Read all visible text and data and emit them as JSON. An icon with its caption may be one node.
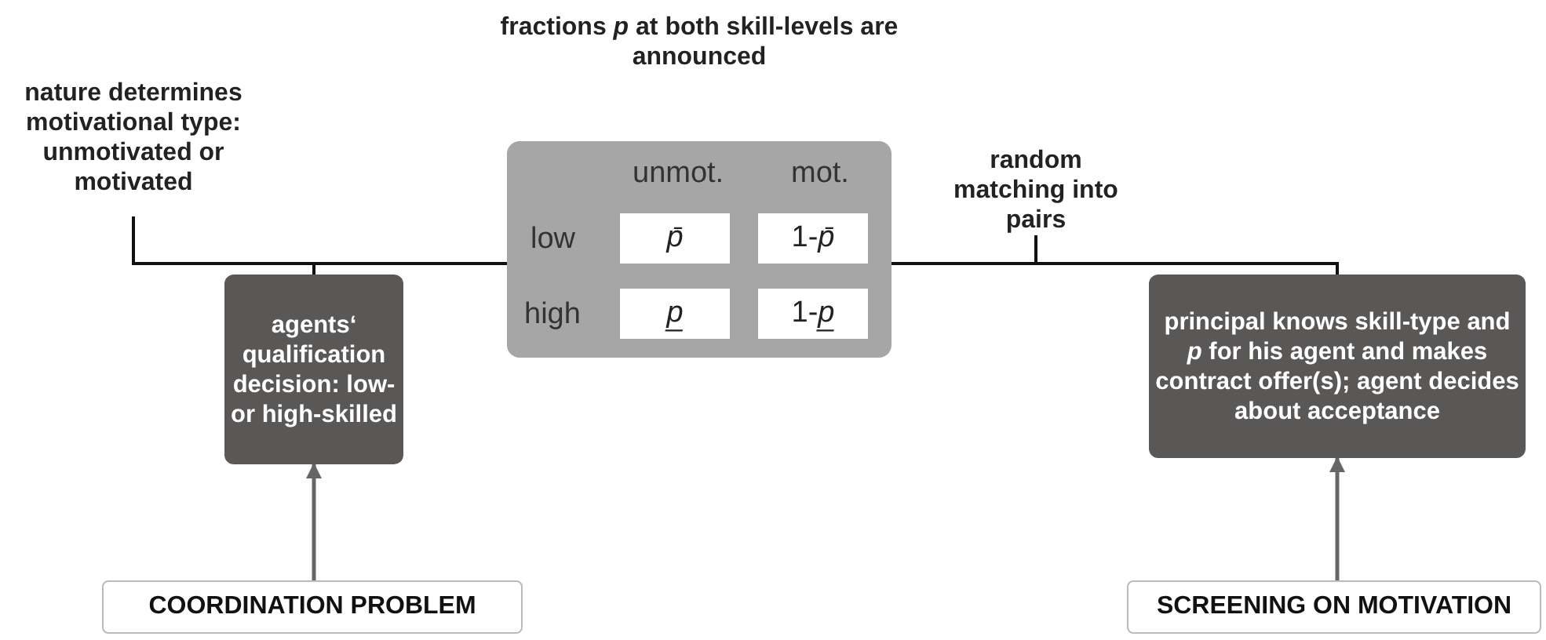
{
  "diagram": {
    "nodes": [
      {
        "text": [
          "nature determines motivational type: unmotivated or motivated"
        ]
      },
      {
        "text": [
          "agents‘ qualification decision: low- or high-skilled"
        ]
      },
      {
        "text": [
          "fractions *p* at both skill-levels are announced"
        ]
      },
      {
        "text": [
          "*p̄*"
        ],
        "in": 2
      },
      {
        "text": [
          "1-*p̄*"
        ],
        "in": 2
      },
      {
        "text": [
          "*p̲*"
        ],
        "in": 2
      },
      {
        "text": [
          "1-*p̲*"
        ],
        "in": 2
      },
      {
        "text": [
          "random matching into pairs"
        ]
      },
      {
        "text": [
          "principal knows skill-type and *p* for his agent and makes contract offer(s); agent decides about acceptance"
        ]
      },
      {
        "text": [
          "COORDINATION PROBLEM"
        ]
      },
      {
        "text": [
          "SCREENING ON MOTIVATION"
        ]
      }
    ],
    "edges": [
      {
        "from": 0,
        "to": 2,
        "arrow": "none"
      },
      {
        "from": 2,
        "to": 1,
        "arrow": "none"
      },
      {
        "from": 2,
        "to": 8,
        "arrow": "none"
      },
      {
        "from": 7,
        "to": null,
        "arrow": "none"
      },
      {
        "from": 9,
        "to": 1,
        "arrow": "to"
      },
      {
        "from": 10,
        "to": 8,
        "arrow": "to"
      }
    ],
    "labels": [
      "unmot.",
      "mot.",
      "low",
      "high"
    ]
  }
}
